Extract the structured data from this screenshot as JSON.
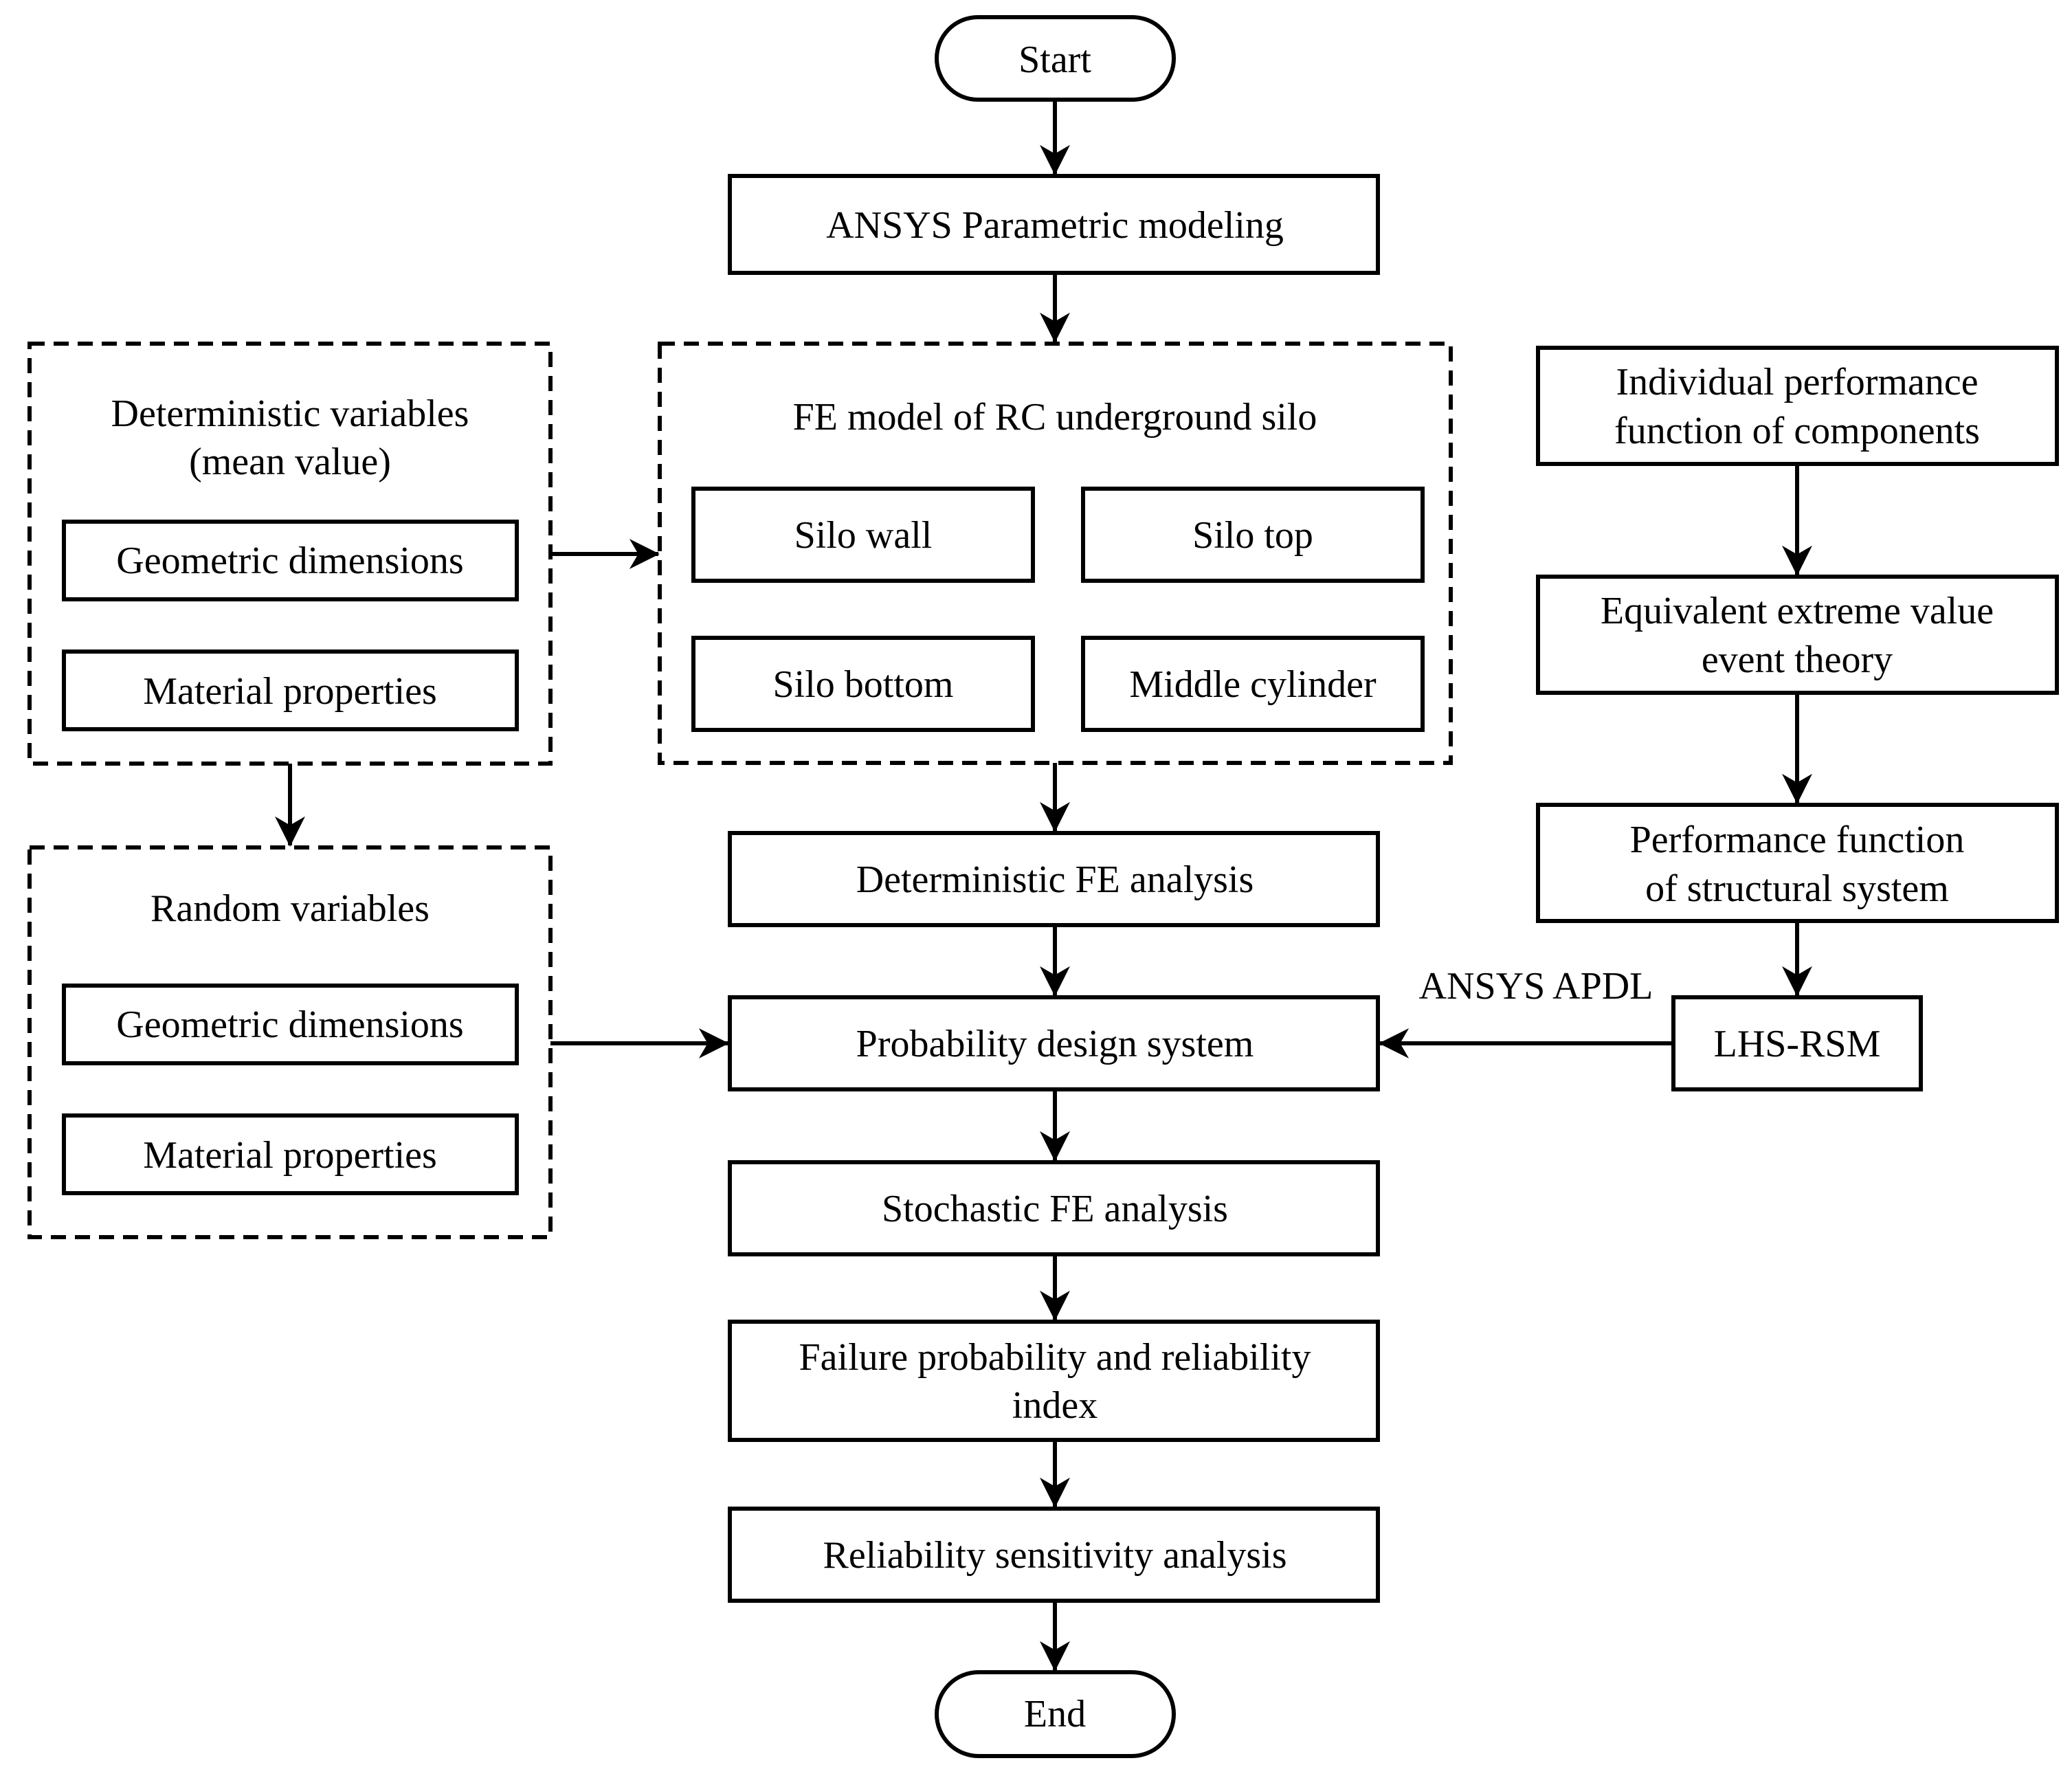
{
  "nodes": {
    "start": "Start",
    "parametric": "ANSYS Parametric modeling",
    "fe_model": "FE model of RC underground silo",
    "silo_wall": "Silo wall",
    "silo_top": "Silo top",
    "silo_bottom": "Silo bottom",
    "middle_cylinder": "Middle cylinder",
    "det_fe": "Deterministic FE analysis",
    "prob_design": "Probability design system",
    "stoch_fe": "Stochastic FE analysis",
    "failure_line1": "Failure probability and reliability",
    "failure_line2": "index",
    "sensitivity": "Reliability sensitivity analysis",
    "end": "End"
  },
  "deterministic": {
    "title_line1": "Deterministic variables",
    "title_line2": "(mean value)",
    "geometric": "Geometric dimensions",
    "material": "Material properties"
  },
  "random": {
    "title": "Random variables",
    "geometric": "Geometric dimensions",
    "material": "Material properties"
  },
  "right_column": {
    "individual_line1": "Individual performance",
    "individual_line2": "function of components",
    "equivalent_line1": "Equivalent extreme value",
    "equivalent_line2": "event theory",
    "performance_line1": "Performance function",
    "performance_line2": "of structural system",
    "lhs_rsm": "LHS-RSM",
    "apdl_label": "ANSYS APDL"
  }
}
